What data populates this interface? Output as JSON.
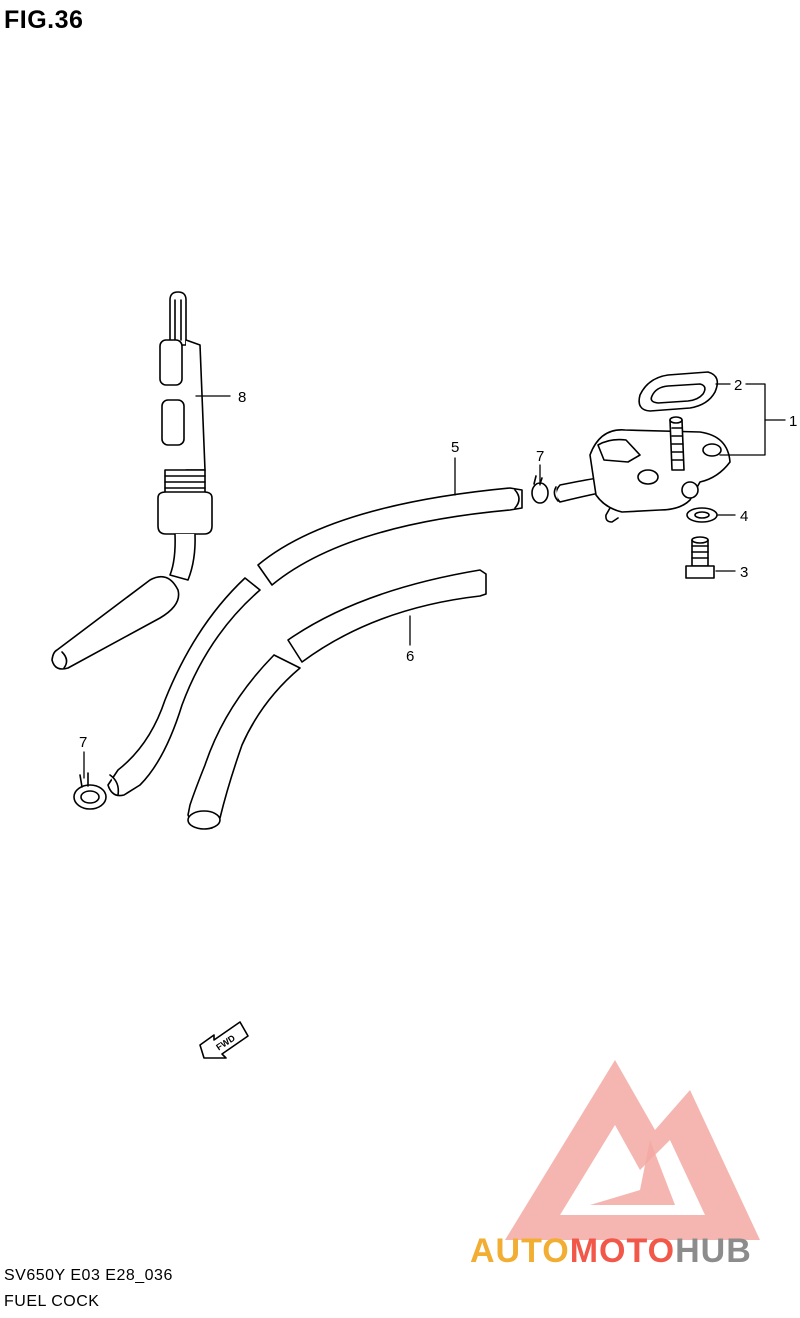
{
  "figure": {
    "title": "FIG.36"
  },
  "callouts": [
    {
      "id": "1",
      "text": "1"
    },
    {
      "id": "2",
      "text": "2"
    },
    {
      "id": "3",
      "text": "3"
    },
    {
      "id": "4",
      "text": "4"
    },
    {
      "id": "5",
      "text": "5"
    },
    {
      "id": "6",
      "text": "6"
    },
    {
      "id": "7a",
      "text": "7"
    },
    {
      "id": "7b",
      "text": "7"
    },
    {
      "id": "8",
      "text": "8"
    }
  ],
  "direction_marker": {
    "text": "FWD"
  },
  "footer": {
    "model_code": "SV650Y E03 E28_036",
    "section_name": "FUEL COCK"
  },
  "watermark": {
    "part1": "AUTO",
    "part2": "MOTO",
    "part3": "HUB",
    "colors": {
      "auto": "#f2ad33",
      "moto": "#f1584a",
      "hub": "#8c8c8c"
    }
  }
}
